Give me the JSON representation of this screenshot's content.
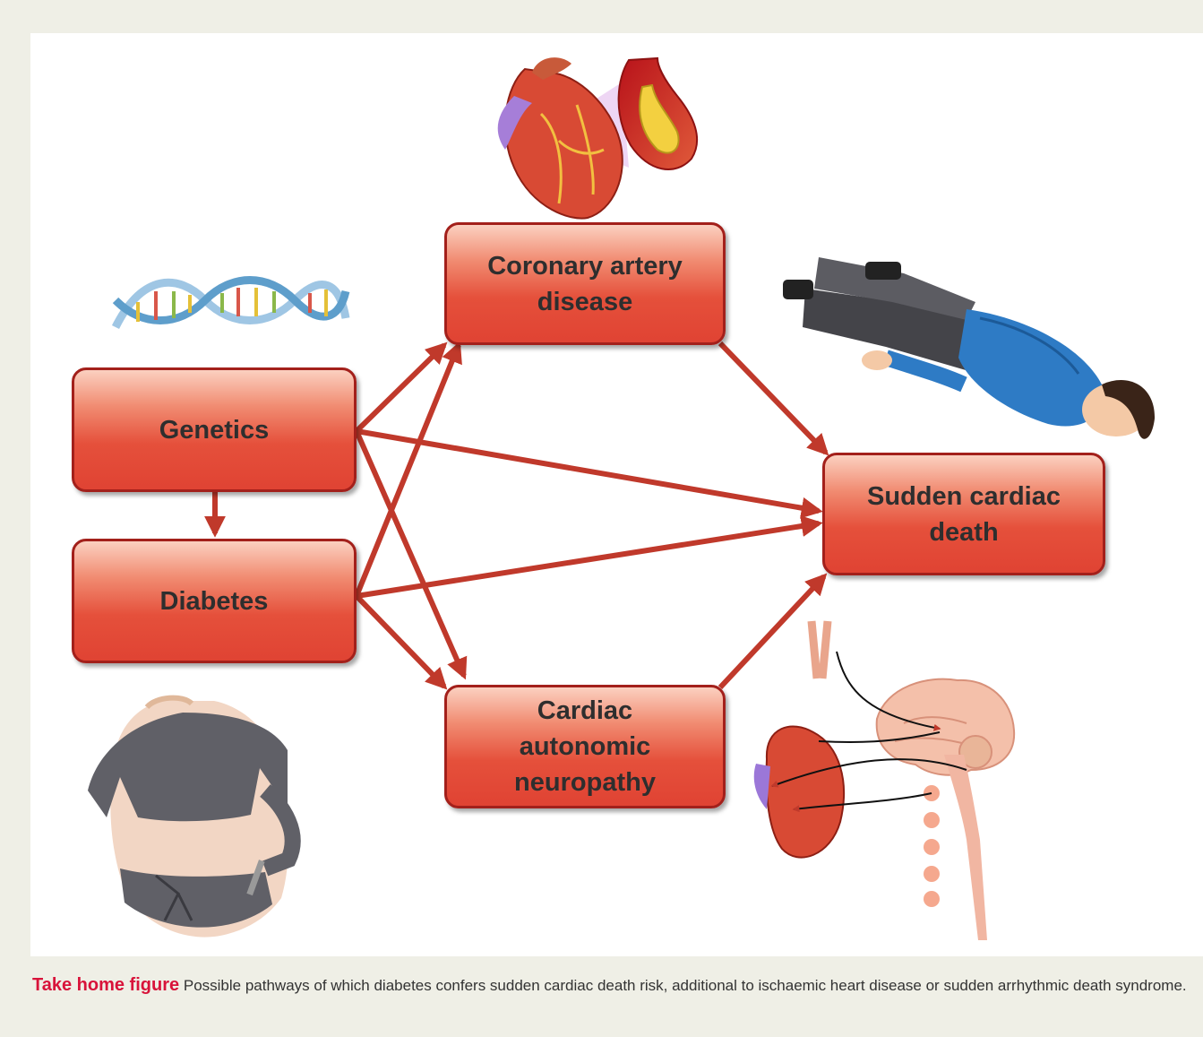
{
  "nodes": {
    "genetics": "Genetics",
    "diabetes": "Diabetes",
    "coronary_artery_disease": "Coronary artery\ndisease",
    "cardiac_autonomic_neuropathy": "Cardiac\nautonomic\nneuropathy",
    "sudden_cardiac_death": "Sudden cardiac\ndeath"
  },
  "edges": [
    {
      "from": "genetics",
      "to": "diabetes"
    },
    {
      "from": "genetics",
      "to": "coronary_artery_disease"
    },
    {
      "from": "genetics",
      "to": "sudden_cardiac_death"
    },
    {
      "from": "genetics",
      "to": "cardiac_autonomic_neuropathy"
    },
    {
      "from": "diabetes",
      "to": "coronary_artery_disease"
    },
    {
      "from": "diabetes",
      "to": "sudden_cardiac_death"
    },
    {
      "from": "diabetes",
      "to": "cardiac_autonomic_neuropathy"
    },
    {
      "from": "coronary_artery_disease",
      "to": "sudden_cardiac_death"
    },
    {
      "from": "cardiac_autonomic_neuropathy",
      "to": "sudden_cardiac_death"
    }
  ],
  "illustrations": [
    "heart-artery-illustration",
    "dna-helix-illustration",
    "collapsed-person-illustration",
    "insulin-injection-illustration",
    "autonomic-nervous-system-illustration"
  ],
  "caption": {
    "label": "Take home figure",
    "text": "Possible pathways of which diabetes confers sudden cardiac death risk, additional to ischaemic heart disease or sudden arrhythmic death syndrome."
  },
  "colors": {
    "box_border": "#a3201b",
    "box_fill": "#e5503b",
    "arrow": "#c0392b",
    "caption_label": "#d8133a",
    "background": "#efefe6"
  }
}
